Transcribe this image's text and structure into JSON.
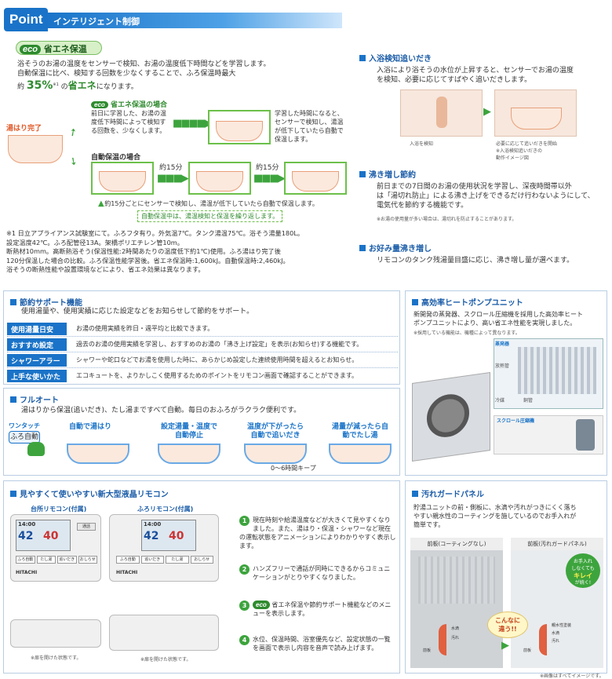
{
  "header": {
    "point": "Point",
    "title": "インテリジェント制御"
  },
  "eco": {
    "badge": "eco",
    "title": "省エネ保温",
    "desc1": "浴そうのお湯の温度をセンサーで検知、お湯の温度低下時間などを学習します。",
    "desc2": "自動保温に比べ、検知する回数を少なくすることで、ふろ保温時最大",
    "desc3_pre": "約",
    "desc3_pct": "35%",
    "desc3_note": "※1",
    "desc3_mid": "の",
    "desc3_green": "省エネ",
    "desc3_post": "になります。",
    "start_label": "湯はり完了",
    "case_title": "省エネ保温の場合",
    "case_text": "前日に学習した、お湯の温度低下時間によって検知する回数を、少なくします。",
    "case_text2": "学習した時間になると、センサーで検知し、湯温が低下していたら自動で保温します。",
    "auto_title": "自動保温の場合",
    "interval1": "約15分",
    "interval2": "約15分",
    "auto_note": "約15分ごとにセンサーで検知し、湯温が低下していたら自動で保温します。",
    "auto_loop": "自動保温中は、湯温検知と保温を繰り返します。",
    "footnote1": "※1 日立アプライアンス試験室にて。ふろフタ有り。外気温7℃。タンク湯温75℃。浴そう湯量180L。",
    "footnote2": "設定温度42℃。ふろ配管径13A。架橋ポリエチレン管10m。",
    "footnote3": "断熱材10mm。高断熱浴そう(保温性能:2時間あたりの温度低下約1℃)使用。ふろ湯はり完了後",
    "footnote4": "120分保温した場合の比較。ふろ保温性能学習後。省エネ保温時:1,600kJ。自動保温時:2,460kJ。",
    "footnote5": "浴そうの断熱性能や設置環境などにより、省エネ効果は異なります。"
  },
  "nyuyoku": {
    "title": "入浴検知追いだき",
    "text1": "入浴により浴そうの水位が上昇すると、センサーでお湯の温度",
    "text2": "を検知、必要に応じてすばやく追いだきします。",
    "cap1": "入浴を検知",
    "cap2": "必要に応じて追いだきを開始",
    "cap3": "※入浴検知追いだきの",
    "cap4": "動作イメージ図"
  },
  "wakimashi": {
    "title": "沸き増し節約",
    "text1": "前日までの7日間のお湯の使用状況を学習し、深夜時間帯以外",
    "text2": "は「湯切れ防止」による沸き上げをできるだけ行わないようにして、",
    "text3": "電気代を節約する機能です。",
    "note": "※お湯の使用量が多い場合は、湯切れを防止することがあります。"
  },
  "okonomi": {
    "title": "お好み量沸き増し",
    "text": "リモコンのタンク残湯量目盛に応じ、沸き増し量が選べます。"
  },
  "setsuyaku": {
    "title": "節約サポート機能",
    "desc": "使用湯量や、使用実績に応じた設定などをお知らせして節約をサポート。",
    "rows": [
      {
        "label": "使用湯量日安",
        "text": "お湯の使用実績を昨日・週平均と比較できます。"
      },
      {
        "label": "おすすめ設定",
        "text": "過去のお湯の使用実績を学習し、おすすめのお湯の「沸き上げ設定」を表示(お知らせ)する機能です。"
      },
      {
        "label": "シャワーアラーム",
        "text": "シャワーや蛇口などでお湯を使用した時に、あらかじめ設定した連続使用時間を超えるとお知らせ。"
      },
      {
        "label": "上手な使いかた",
        "text": "エコキュートを、よりかしこく使用するためのポイントをリモコン画面で確認することができます。"
      }
    ]
  },
  "fullauto": {
    "title": "フルオート",
    "desc": "湯はりから保温(追いだき)、たし湯まですべて自動。毎日のおふろがラクラク便利です。",
    "onetouch": "ワンタッチ",
    "button": "ふろ自動",
    "steps": [
      "自動で湯はり",
      "設定湯量・温度で自動停止",
      "温度が下がったら自動で追いだき",
      "湯量が減ったら自動でたし湯"
    ],
    "keep": "0〜6時間キープ"
  },
  "heatpump": {
    "title": "高効率ヒートポンプユニット",
    "text1": "新開発の蒸発器、スクロール圧縮機を採用した高効率ヒート",
    "text2": "ポンプユニットにより、高い省エネ性能を実現しました。",
    "note": "※採用している機能は、機種によって異なります。",
    "label1": "蒸発器",
    "label1b": "放熱管",
    "label1c": "冷媒",
    "label1d": "銅管",
    "label2": "スクロール圧縮機"
  },
  "remote": {
    "title": "見やすくて使いやすい新大型液晶リモコン",
    "kitchen": "台所リモコン(付属)",
    "bath": "ふろリモコン(付属)",
    "time": "14:00",
    "temp1": "42",
    "temp2": "40",
    "brand": "HITACHI",
    "furo_btn": "ふろ自動",
    "tashi_btn": "たし湯",
    "oidaki_btn": "追いだき",
    "tsuwa_btn": "通話",
    "oshirase_btn": "おしらせ",
    "open_note1": "※扉を開けた状態です。",
    "open_note2": "※扉を開けた状態です。",
    "points": [
      {
        "num": "1",
        "text": "現在時刻や給湯温度などが大きくて見やすくなりました。また、湯はり・保温・シャワーなど現在の運転状態をアニメーションによりわかりやすく表示します。"
      },
      {
        "num": "2",
        "text": "ハンズフリーで通話が同時にできるからコミュニケーションがとりやすくなりました。"
      },
      {
        "num": "3",
        "text": "省エネ保温や節約サポート機能などのメニューを表示します。"
      },
      {
        "num": "4",
        "text": "水位、保温時間、浴室優先など、設定状態の一覧を画面で表示し内容を音声で読み上げます。"
      }
    ],
    "p3_badge": "eco"
  },
  "guard": {
    "title": "汚れガードパネル",
    "text1": "貯湯ユニットの前・側板に、水滴や汚れがつきにくく落ち",
    "text2": "やすい親水性のコーティングを施しているのでお手入れが",
    "text3": "簡単です。",
    "before": "前板(コーティングなし)",
    "after": "前板(汚れガードパネル)",
    "bubble1": "お手入れ",
    "bubble2": "しなくても",
    "bubble3": "キレイ",
    "bubble4": "が続く!",
    "center1": "こんなに",
    "center2": "違う!!",
    "lbl_water": "水滴",
    "lbl_dirt": "汚れ",
    "lbl_coat": "親水性塗装",
    "lbl_board": "前板",
    "footer": "※画像はすべてイメージです。"
  }
}
